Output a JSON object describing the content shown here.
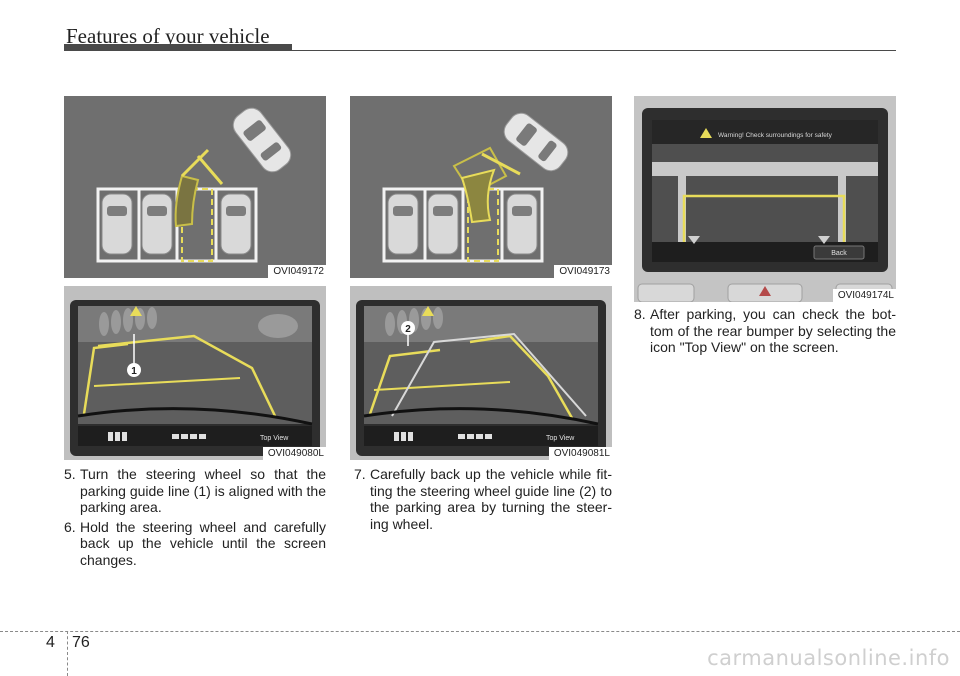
{
  "header": {
    "title": "Features of your vehicle"
  },
  "figures": [
    {
      "code": "OVI049172",
      "icon": "parking-diagram-icon"
    },
    {
      "code": "OVI049080L",
      "icon": "rear-camera-display-icon",
      "callout": "1"
    },
    {
      "code": "OVI049173",
      "icon": "parking-diagram-icon"
    },
    {
      "code": "OVI049081L",
      "icon": "rear-camera-display-icon",
      "callout": "2"
    },
    {
      "code": "OVI049174L",
      "icon": "top-view-display-icon"
    }
  ],
  "screens": {
    "top_view_label": "Top View",
    "warning_text": "Warning! Check surroundings for safety",
    "back_button": "Back"
  },
  "columns": {
    "left": [
      {
        "num": "5.",
        "text": "Turn the steering wheel so that the parking guide line (1) is aligned with the parking area."
      },
      {
        "num": "6.",
        "text": "Hold the steering wheel and carefully back up the vehicle until the screen changes."
      }
    ],
    "middle": [
      {
        "num": "7.",
        "text": "Carefully back up the vehicle while fit-ting the steering wheel guide line (2) to the parking area by turning the steer-ing wheel."
      }
    ],
    "right": [
      {
        "num": "8.",
        "text": "After parking, you can check the bot-tom of the rear bumper by selecting the icon \"Top View\" on the screen."
      }
    ]
  },
  "footer": {
    "section": "4",
    "page": "76"
  },
  "watermark": "carmanualsonline.info",
  "colors": {
    "guide_yellow": "#e8dc5a",
    "diagram_bg": "#6f6f6f",
    "screen_bg": "#2e2e2e"
  }
}
